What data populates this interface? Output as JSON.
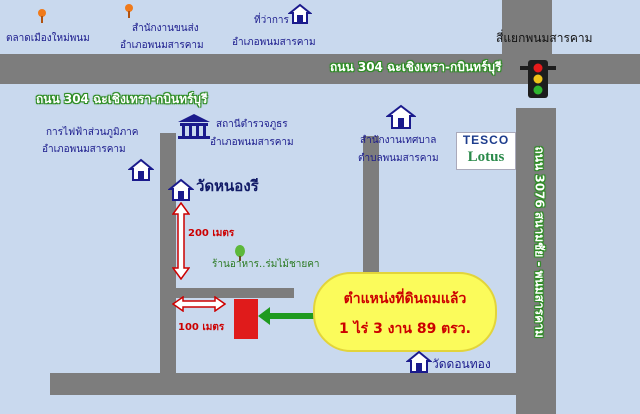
{
  "labels": {
    "market": "ตลาดเมืองใหม่พนม",
    "social_office_1": "สำนักงานขนส่ง",
    "social_office_2": "อำเภอพนมสารคาม",
    "district_1": "ที่ว่าการ",
    "district_2": "อำเภอพนมสารคาม",
    "junction": "สี่แยกพนมสารคาม",
    "electricity_1": "การไฟฟ้าส่วนภูมิภาค",
    "electricity_2": "อำเภอพนมสารคาม",
    "police_1": "สถานีตำรวจภูธร",
    "police_2": "อำเภอพนมสารคาม",
    "municipal_1": "สำนักงานเทศบาล",
    "municipal_2": "ตำบลพนมสารคาม",
    "wat_nong_ri": "วัดหนองรี",
    "restaurant": "ร้านอาหาร..ร่มไม้ชายคา",
    "wat_don_thong": "วัดดอนทอง",
    "tesco_1": "TESCO",
    "tesco_2": "Lotus"
  },
  "roads": {
    "road_304_top": "ถนน 304 ฉะเชิงเทรา-กบินทร์บุรี",
    "road_304_bottom": "ถนน 304 ฉะเชิงเทรา-กบินทร์บุรี",
    "road_3076": "ถนน 3076 สนามชัย - พนมสารคาม"
  },
  "distances": {
    "vertical": "200 เมตร",
    "horizontal": "100 เมตร"
  },
  "callout": {
    "line1": "ตำแหน่งที่ดินถมแล้ว",
    "line2": "1 ไร่ 3 งาน 89 ตรว."
  },
  "colors": {
    "background": "#c9d9ee",
    "road": "#7d7d7d",
    "land_plot": "#e01b1b",
    "arrow": "#1f9a1f",
    "callout_fill": "#fbfb5b"
  }
}
